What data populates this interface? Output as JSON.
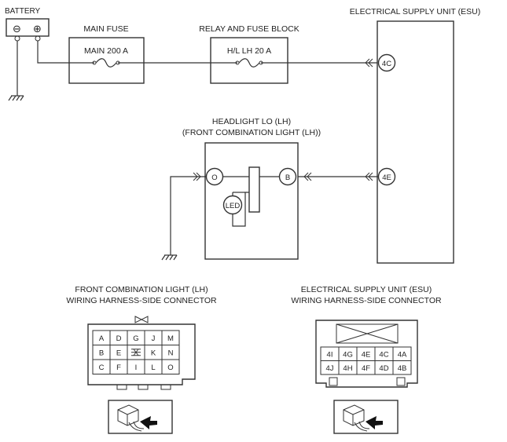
{
  "battery": {
    "label": "BATTERY",
    "minus": "⊖",
    "plus": "⊕"
  },
  "main_fuse": {
    "title": "MAIN FUSE",
    "label": "MAIN 200 A"
  },
  "relay_block": {
    "title": "RELAY AND FUSE BLOCK",
    "label": "H/L LH 20 A"
  },
  "esu": {
    "title": "ELECTRICAL SUPPLY UNIT (ESU)",
    "terminal_top": "4C",
    "terminal_bottom": "4E"
  },
  "headlight": {
    "title_line1": "HEADLIGHT LO (LH)",
    "title_line2": "(FRONT COMBINATION LIGHT (LH))",
    "terminal_left": "O",
    "terminal_right": "B",
    "led": "LED"
  },
  "front_connector": {
    "title_line1": "FRONT COMBINATION LIGHT (LH)",
    "title_line2": "WIRING HARNESS-SIDE CONNECTOR",
    "rows": [
      [
        "A",
        "D",
        "G",
        "J",
        "M"
      ],
      [
        "B",
        "E",
        "",
        "K",
        "N"
      ],
      [
        "C",
        "F",
        "I",
        "L",
        "O"
      ]
    ]
  },
  "esu_connector": {
    "title_line1": "ELECTRICAL SUPPLY UNIT (ESU)",
    "title_line2": "WIRING HARNESS-SIDE CONNECTOR",
    "rows": [
      [
        "4I",
        "4G",
        "4E",
        "4C",
        "4A"
      ],
      [
        "4J",
        "4H",
        "4F",
        "4D",
        "4B"
      ]
    ]
  }
}
